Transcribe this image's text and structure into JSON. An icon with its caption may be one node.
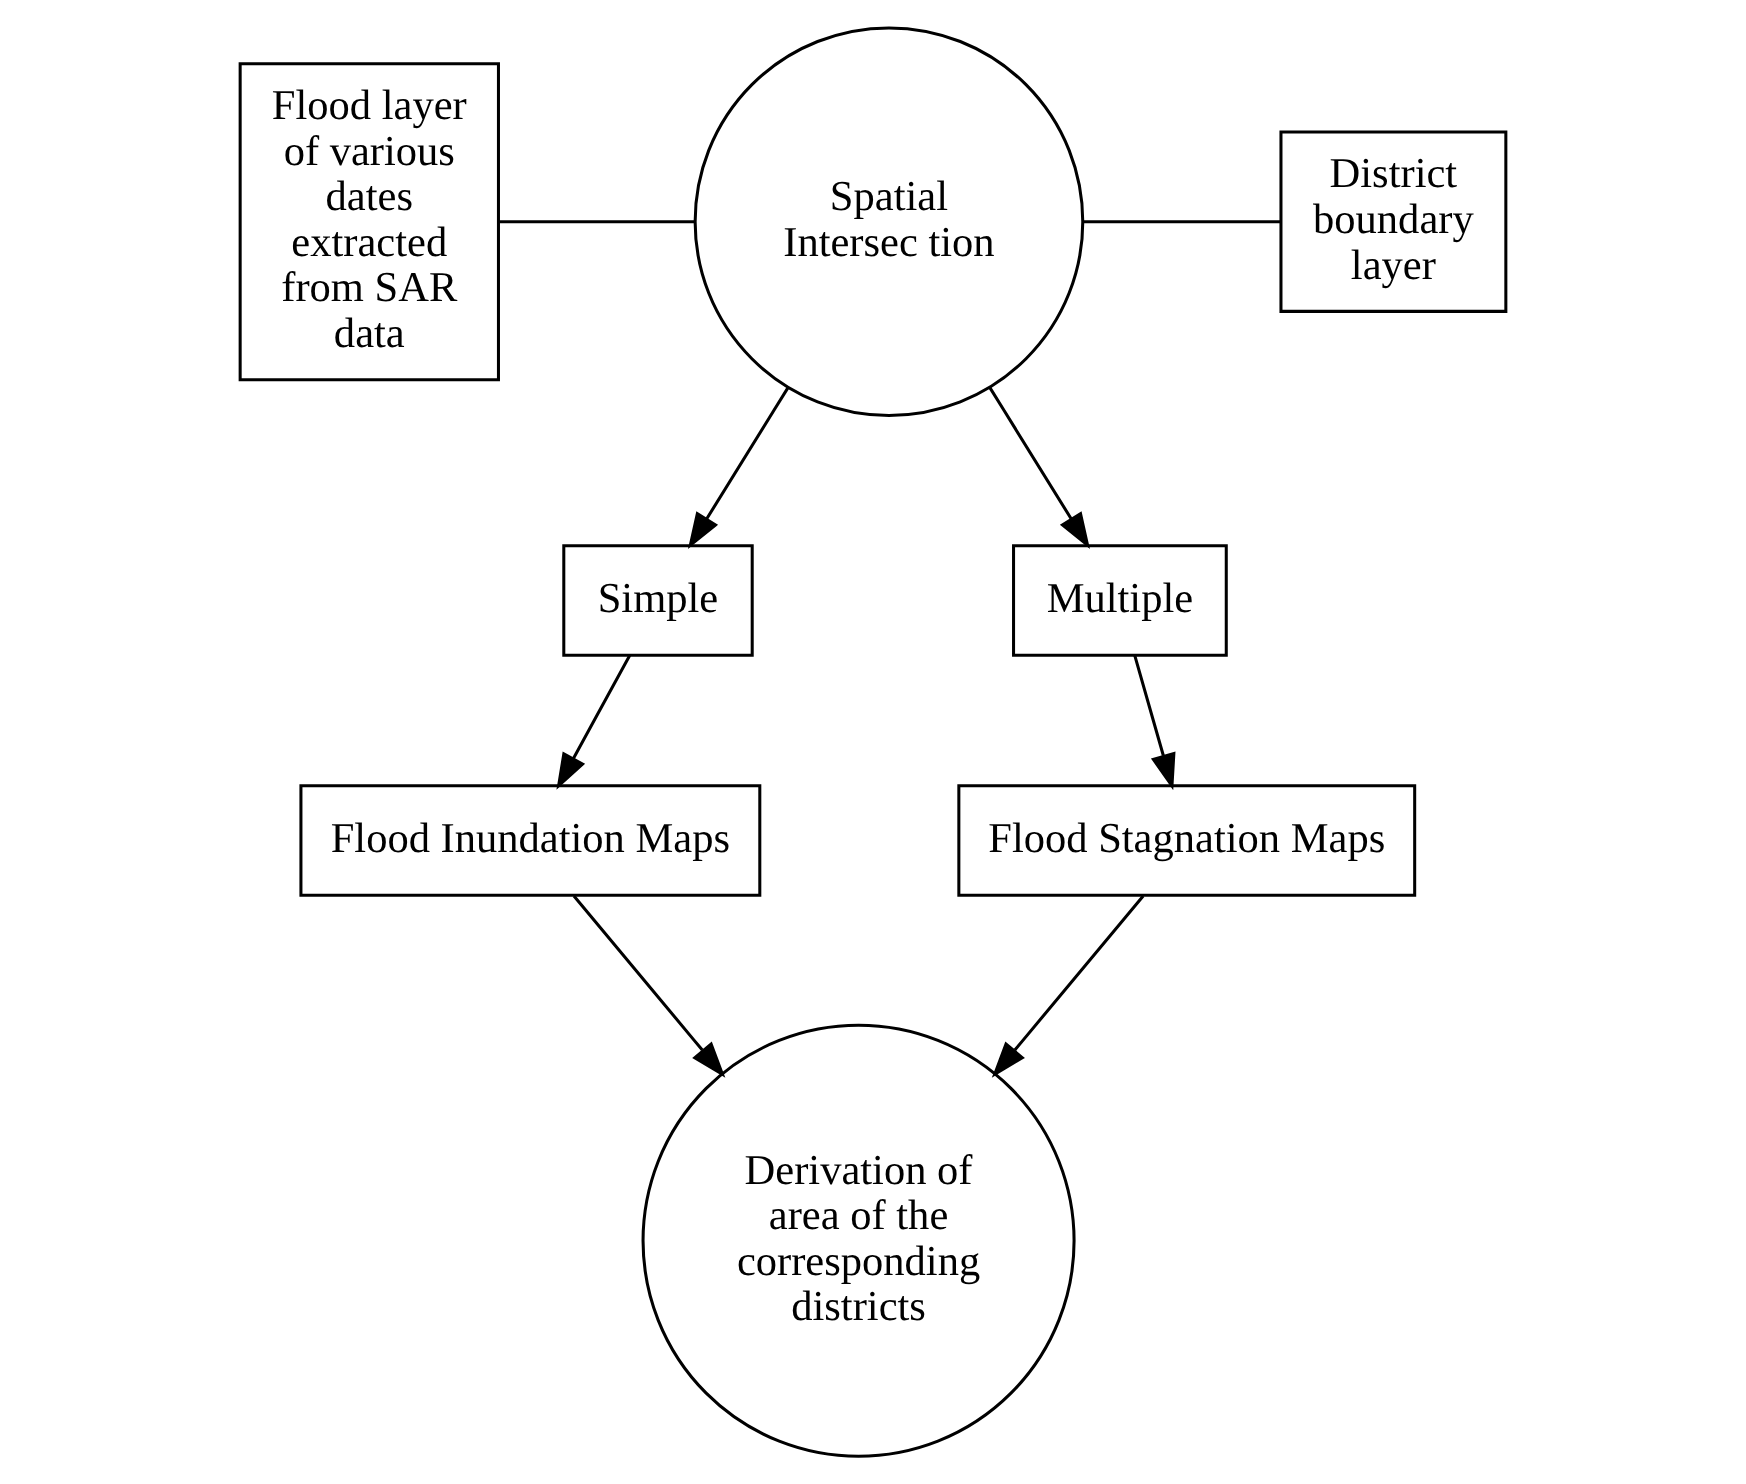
{
  "diagram": {
    "nodes": [
      {
        "text": [
          "Flood layer of various dates extracted from SAR data"
        ]
      },
      {
        "text": [
          "Spatial Intersec tion"
        ]
      },
      {
        "text": [
          "District boundary layer"
        ]
      },
      {
        "text": [
          "Simple"
        ]
      },
      {
        "text": [
          "Multiple"
        ]
      },
      {
        "text": [
          "Flood Inundation Maps"
        ]
      },
      {
        "text": [
          "Flood Stagnation Maps"
        ]
      },
      {
        "text": [
          "Derivation of area of the corresponding districts"
        ]
      }
    ],
    "edges": [
      {
        "from": 0,
        "to": 1,
        "arrow": "none"
      },
      {
        "from": 1,
        "to": 2,
        "arrow": "none"
      },
      {
        "from": 1,
        "to": 3,
        "arrow": "to"
      },
      {
        "from": 1,
        "to": 4,
        "arrow": "to"
      },
      {
        "from": 3,
        "to": 5,
        "arrow": "to"
      },
      {
        "from": 4,
        "to": 6,
        "arrow": "to"
      },
      {
        "from": 5,
        "to": 7,
        "arrow": "to"
      },
      {
        "from": 6,
        "to": 7,
        "arrow": "to"
      }
    ]
  }
}
